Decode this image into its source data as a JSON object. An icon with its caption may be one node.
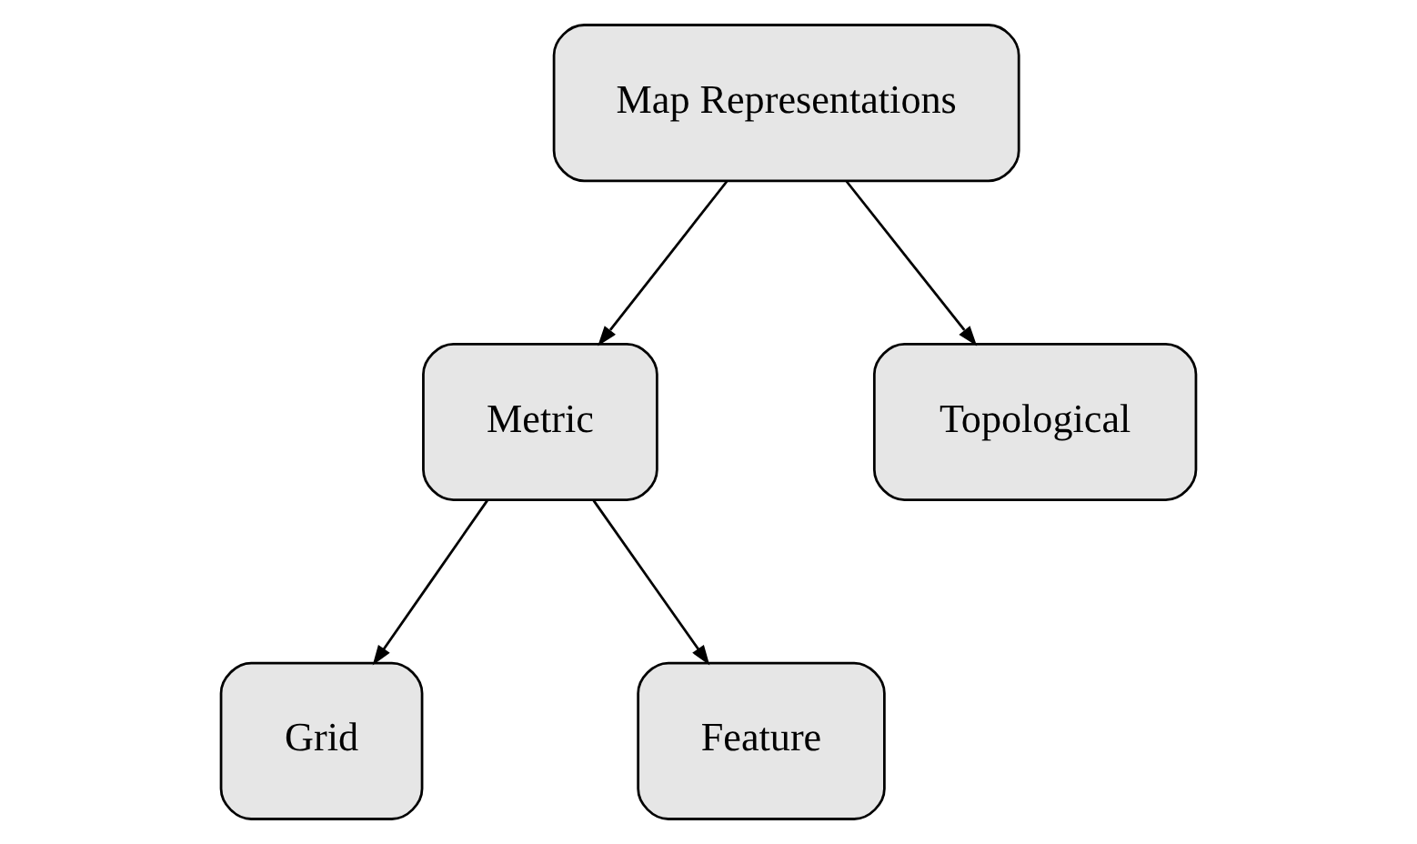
{
  "diagram": {
    "nodes": [
      {
        "text": [
          "Map Representations"
        ]
      },
      {
        "text": [
          "Metric"
        ]
      },
      {
        "text": [
          "Topological"
        ]
      },
      {
        "text": [
          "Grid"
        ]
      },
      {
        "text": [
          "Feature"
        ]
      }
    ],
    "edges": [
      {
        "from": 0,
        "to": 1,
        "arrow": "to"
      },
      {
        "from": 0,
        "to": 2,
        "arrow": "to"
      },
      {
        "from": 1,
        "to": 3,
        "arrow": "to"
      },
      {
        "from": 1,
        "to": 4,
        "arrow": "to"
      }
    ]
  }
}
